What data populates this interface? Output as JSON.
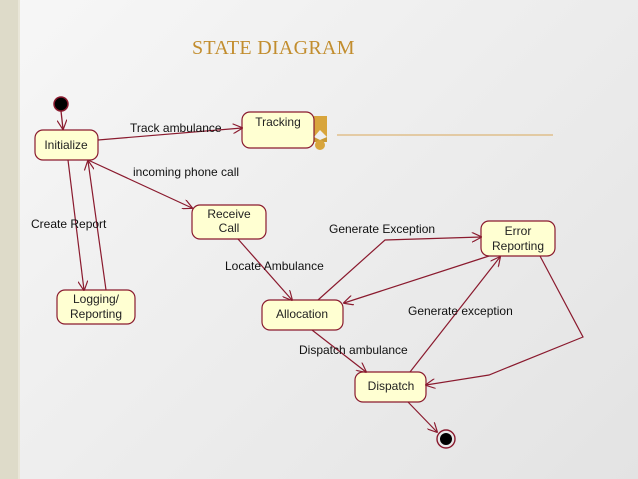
{
  "title": "STATE DIAGRAM",
  "states": {
    "initialize": "Initialize",
    "tracking": "Tracking",
    "receive_call": [
      "Receive",
      "Call"
    ],
    "logging_reporting": [
      "Logging/",
      "Reporting"
    ],
    "allocation": "Allocation",
    "error_reporting": [
      "Error",
      "Reporting"
    ],
    "dispatch": "Dispatch"
  },
  "transitions": {
    "track_ambulance": "Track ambulance",
    "incoming_phone_call": "incoming phone call",
    "create_report": "Create Report",
    "generate_exception_1": "Generate Exception",
    "locate_ambulance": "Locate Ambulance",
    "generate_exception_2": "Generate exception",
    "dispatch_ambulance": "Dispatch ambulance"
  },
  "colors": {
    "state_fill": "#ffffd2",
    "state_stroke": "#8a1a2e",
    "edge": "#8a1a2e",
    "title": "#c28d2e",
    "accent_line": "#d9a85b",
    "flag": "#d8a53c"
  },
  "icons": {
    "corner_flag": "dogear-flag-icon"
  }
}
